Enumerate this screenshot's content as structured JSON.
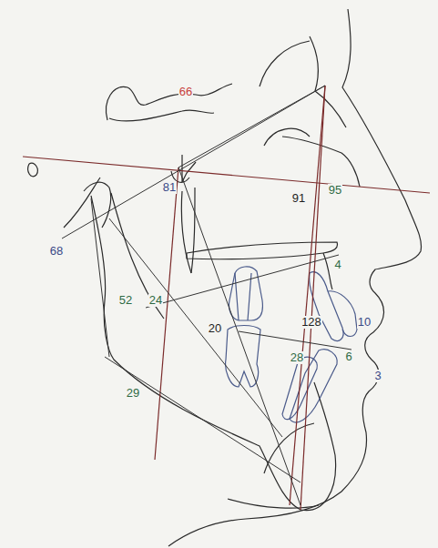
{
  "diagram": {
    "labels": [
      "66",
      "81",
      "91",
      "95",
      "68",
      "4",
      "52",
      "24",
      "20",
      "128",
      "10",
      "28",
      "6",
      "3",
      "29"
    ]
  }
}
